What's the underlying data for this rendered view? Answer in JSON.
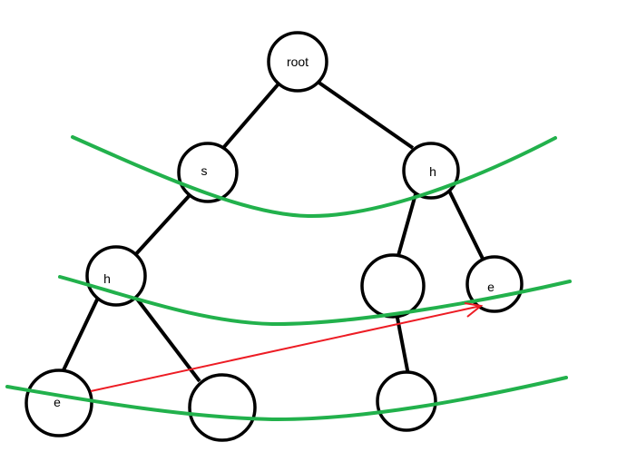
{
  "diagram": {
    "nodes": [
      {
        "id": "root",
        "label": "root"
      },
      {
        "id": "s",
        "label": "s"
      },
      {
        "id": "h1",
        "label": "h"
      },
      {
        "id": "h2",
        "label": "h"
      },
      {
        "id": "blank1",
        "label": ""
      },
      {
        "id": "e1",
        "label": "e"
      },
      {
        "id": "e2",
        "label": "e"
      },
      {
        "id": "blank2",
        "label": ""
      },
      {
        "id": "blank3",
        "label": ""
      }
    ],
    "colors": {
      "edge": "#000000",
      "level_curve": "#22b14c",
      "link_arrow": "#ed1c24"
    }
  }
}
